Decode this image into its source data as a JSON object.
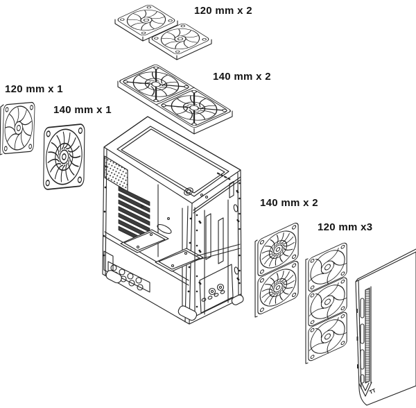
{
  "diagram": {
    "kind": "pc-case-fan-installation-exploded-view",
    "labels": {
      "top_120": "120 mm x 2",
      "top_140": "140 mm x 2",
      "left_120": "120 mm x 1",
      "left_140": "140 mm x 1",
      "right_140": "140 mm x 2",
      "right_120": "120 mm x3"
    },
    "logo": "TT",
    "colors": {
      "line": "#232323",
      "background": "#ffffff",
      "slot_fill": "#3d3d3d"
    }
  }
}
